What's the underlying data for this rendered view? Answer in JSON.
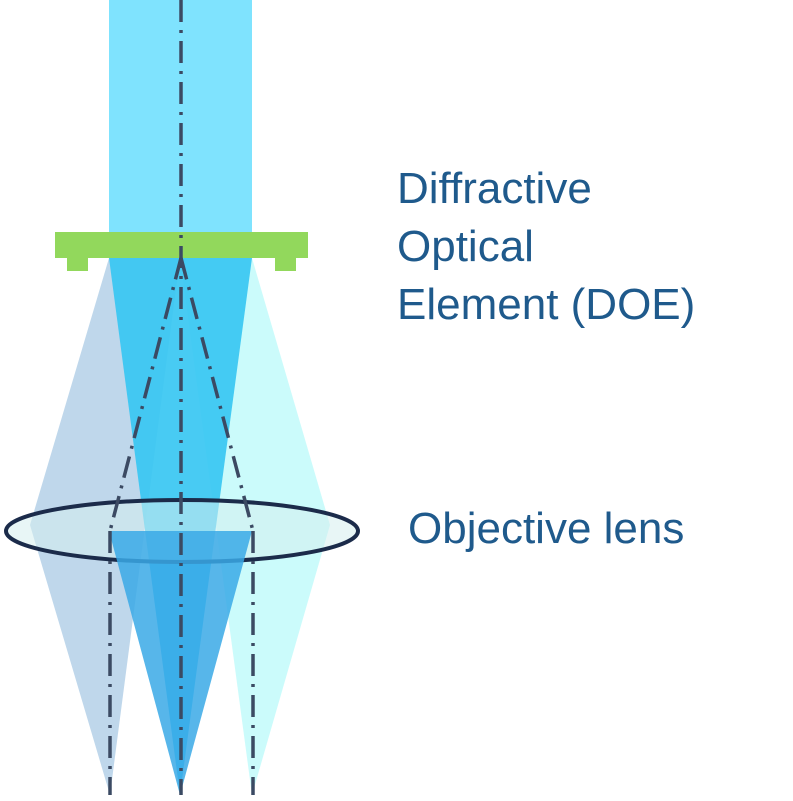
{
  "labels": {
    "doe_line1": "Diffractive",
    "doe_line2": "Optical",
    "doe_line3": "Element (DOE)",
    "lens": "Objective lens"
  },
  "colors": {
    "input_beam": "#7fe3fe",
    "doe_plate": "#92d85c",
    "center_beam": "#38c7f2",
    "left_beam": "#bcd5ea",
    "right_beam": "#c8fbfb",
    "lens_fill": "#d6efef",
    "lens_stroke": "#1b2b4a",
    "axis_line": "#3b4a63",
    "label_text": "#1f5a8c"
  }
}
